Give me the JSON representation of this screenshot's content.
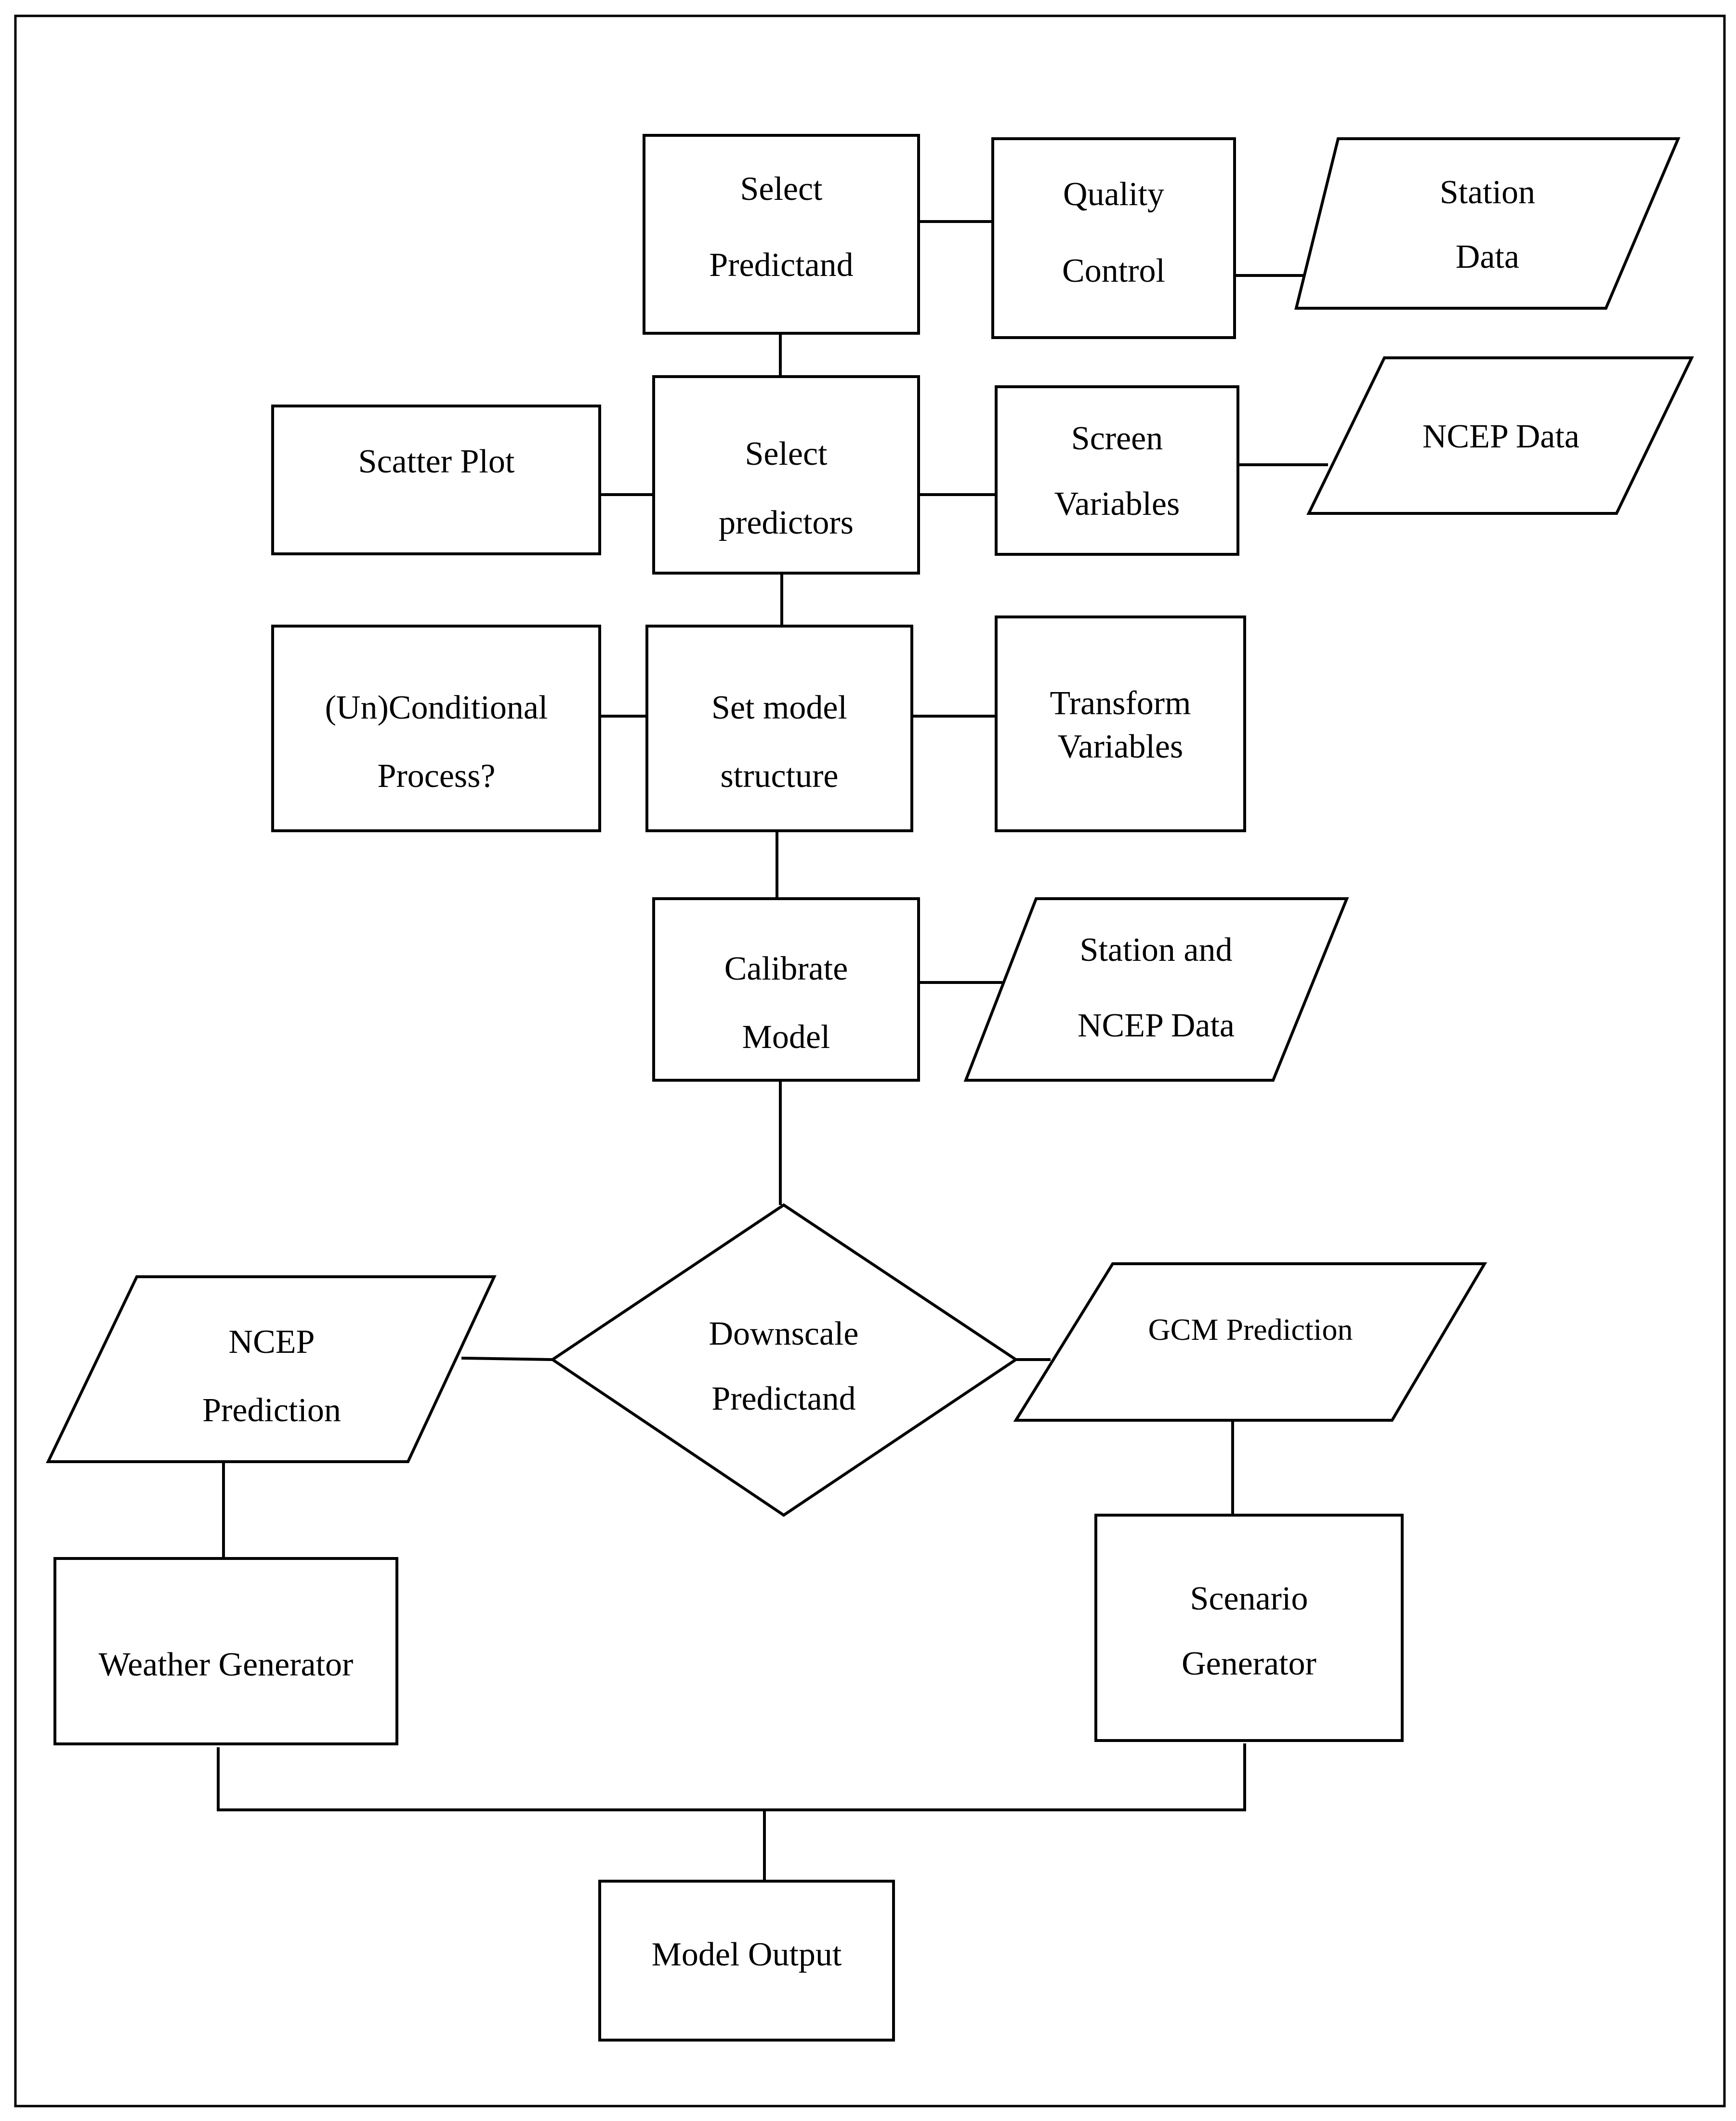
{
  "nodes": {
    "select_predictand": {
      "line1": "Select",
      "line2": "Predictand"
    },
    "quality_control": {
      "line1": "Quality",
      "line2": "Control"
    },
    "station_data": {
      "line1": "Station",
      "line2": "Data"
    },
    "scatter_plot": {
      "line1": "Scatter Plot"
    },
    "select_predictors": {
      "line1": "Select",
      "line2": "predictors"
    },
    "screen_variables": {
      "line1": "Screen",
      "line2": "Variables"
    },
    "ncep_data": {
      "line1": "NCEP Data"
    },
    "unconditional_process": {
      "line1": "(Un)Conditional",
      "line2": "Process?"
    },
    "set_model_structure": {
      "line1": "Set model",
      "line2": "structure"
    },
    "transform_variables": {
      "line1": "Transform",
      "line2": "Variables"
    },
    "calibrate_model": {
      "line1": "Calibrate",
      "line2": "Model"
    },
    "station_ncep_data": {
      "line1": "Station  and",
      "line2": "NCEP Data"
    },
    "downscale_predictand": {
      "line1": "Downscale",
      "line2": "Predictand"
    },
    "ncep_prediction": {
      "line1": "NCEP",
      "line2": "Prediction"
    },
    "gcm_prediction": {
      "line1": "GCM Prediction"
    },
    "weather_generator": {
      "line1": "Weather Generator"
    },
    "scenario_generator": {
      "line1": "Scenario",
      "line2": "Generator"
    },
    "model_output": {
      "line1": "Model Output"
    }
  }
}
